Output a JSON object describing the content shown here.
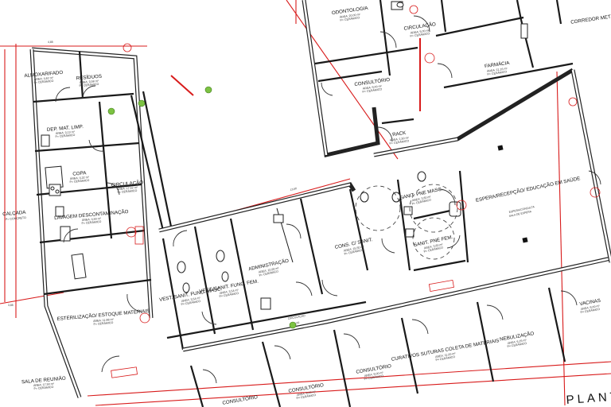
{
  "plan": {
    "title": "PLANT",
    "rooms": [
      {
        "name": "ALMOXARIFADO",
        "area": "ÁREA: 4,62 m²",
        "floor": "P= CERÂMICO"
      },
      {
        "name": "RESÍDUOS",
        "area": "ÁREA: 3,58 m²",
        "floor": "P= CERÂMICO"
      },
      {
        "name": "DEP. MAT. LIMP.",
        "area": "ÁREA: 3,13 m²",
        "floor": "P= CERÂMICO"
      },
      {
        "name": "COPA",
        "area": "ÁREA: 4,32 m²",
        "floor": "P= CERÂMICO"
      },
      {
        "name": "CIRCULAÇÃO",
        "area": "ÁREA: 17,52 m²",
        "floor": "P= CERÂMICO"
      },
      {
        "name": "LAVAGEM DESCONTAMINAÇÃO",
        "area": "ÁREA: 4,50 m²",
        "floor": "P= CERÂMICO"
      },
      {
        "name": "CALÇADA",
        "area": "P= CONCRETO",
        "floor": ""
      },
      {
        "name": "ESTERILIZAÇÃO/ ESTOQUE MATERIAIS",
        "area": "ÁREA: 11,68 m²",
        "floor": "P= CERÂMICO"
      },
      {
        "name": "VEST./SANIT. FUNC. MASC.",
        "area": "ÁREA: 3,54 m²",
        "floor": "P= CERÂMICO"
      },
      {
        "name": "VEST./SANIT. FUNC. FEM.",
        "area": "ÁREA: 3,54 m²",
        "floor": "P= CERÂMICO"
      },
      {
        "name": "ADMINISTRAÇÃO",
        "area": "ÁREA: 10,92 m²",
        "floor": "P= CERÂMICO"
      },
      {
        "name": "CONS. C/ SANIT.",
        "area": "ÁREA: 15,50 m²",
        "floor": "P= CERÂMICO"
      },
      {
        "name": "SANIT. PNE MASC.",
        "area": "ÁREA: 3,60 m²",
        "floor": "P= CERÂMICO"
      },
      {
        "name": "SANIT. PNE FEM.",
        "area": "ÁREA: 3,60 m²",
        "floor": "P= CERÂMICO"
      },
      {
        "name": "ODONTOLOGIA",
        "area": "ÁREA: 20,00 m²",
        "floor": "P= CERÂMICO"
      },
      {
        "name": "CIRCULAÇÃO",
        "area": "ÁREA: 5,00 m²",
        "floor": "P= CERÂMICO"
      },
      {
        "name": "FARMÁCIA",
        "area": "ÁREA: 11,16 m²",
        "floor": "P= CERÂMICO"
      },
      {
        "name": "CONSULTÓRIO",
        "area": "ÁREA: 9,00 m²",
        "floor": "P= CERÂMICO"
      },
      {
        "name": "RACK",
        "area": "ÁREA: 1,50 m²",
        "floor": "P= CERÂMICO"
      },
      {
        "name": "ESPERA/RECEPÇÃO/ EDUCAÇÃO EM SAÚDE",
        "area": "",
        "floor": ""
      },
      {
        "name": "SALA DE REUNIÃO",
        "area": "ÁREA: 17,50 m²",
        "floor": "P= CERÂMICO"
      },
      {
        "name": "CONSULTÓRIO",
        "area": "",
        "floor": ""
      },
      {
        "name": "CONSULTÓRIO",
        "area": "ÁREA: 9,00 m²",
        "floor": "P= CERÂMICO"
      },
      {
        "name": "CONSULTÓRIO",
        "area": "ÁREA: 9,00 m²",
        "floor": "P= CERÂMICO"
      },
      {
        "name": "CURATIVOS SUTURAS COLETA DE MATERIAIS",
        "area": "ÁREA: 11,00 m²",
        "floor": "P= CERÂMICO"
      },
      {
        "name": "NEBULIZAÇÃO",
        "area": "ÁREA: 6,25 m²",
        "floor": "P= CERÂMICO"
      },
      {
        "name": "VACINAS",
        "area": "ÁREA: 9,00 m²",
        "floor": "P= CERÂMICO"
      },
      {
        "name": "CORREDOR METÁLICO",
        "area": "",
        "floor": ""
      }
    ],
    "side_notes": [
      "ESPERA/CONSULTA",
      "SALA DE ESPERA"
    ],
    "labels": {
      "circ": "CIRCULAÇÃO",
      "level": "0,00",
      "dim1": "4,85",
      "dim2": "3,85",
      "dim3": "13,60"
    }
  }
}
